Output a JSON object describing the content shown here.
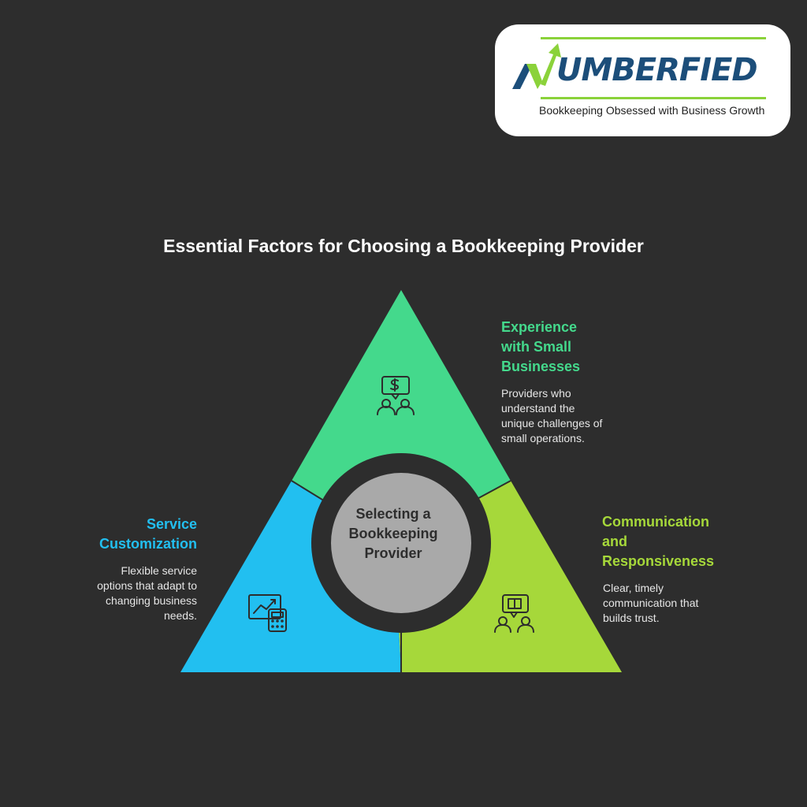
{
  "logo": {
    "wordmark": "UMBERFIED",
    "wordmark_letter": "N",
    "tagline": "Bookkeeping Obsessed with Business Growth",
    "colors": {
      "navy": "#1c4e7a",
      "green": "#8bd23a"
    }
  },
  "title": "Essential Factors for Choosing a Bookkeeping Provider",
  "center": {
    "line1": "Selecting a",
    "line2": "Bookkeeping",
    "line3": "Provider",
    "color": "#a9a9a9"
  },
  "factors": [
    {
      "title_lines": [
        "Experience",
        "with Small",
        "Businesses"
      ],
      "desc_lines": [
        "Providers who",
        "understand the",
        "unique challenges of",
        "small operations."
      ],
      "color": "#44d98c",
      "icon": "people-dollar-speech-icon"
    },
    {
      "title_lines": [
        "Communication",
        "and",
        "Responsiveness"
      ],
      "desc_lines": [
        "Clear, timely",
        "communication that",
        "builds trust."
      ],
      "color": "#a6d83a",
      "icon": "people-book-speech-icon"
    },
    {
      "title_lines": [
        "Service",
        "Customization"
      ],
      "desc_lines": [
        "Flexible service",
        "options that adapt to",
        "changing business",
        "needs."
      ],
      "color": "#22bff0",
      "icon": "chart-calculator-icon"
    }
  ],
  "background": "#2d2d2d"
}
